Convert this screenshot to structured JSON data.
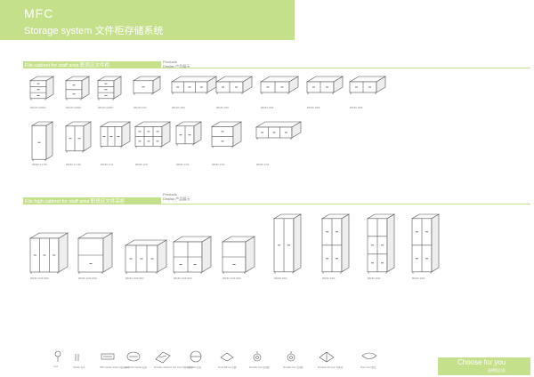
{
  "header": {
    "title": "MFC",
    "subtitle": "Storage system 文件柜存储系统"
  },
  "section1": {
    "label": "File cabinet for staff area 职员区文件柜",
    "note_line1": "Products",
    "note_line2": "Display 产品展示",
    "row1_codes": [
      "MB-MX-040504",
      "MB-MX-040507",
      "MB-MX-040507",
      "MB-MX-1801",
      "MB-WX-1801",
      "MB-BX-1801",
      "MB-BX-1905",
      "MB-BX-1905",
      "MB-BX-1905"
    ],
    "row2_codes": [
      "MB-BX-F-1705",
      "MB-BX-F-1709",
      "MB-BX-1713",
      "MB-BX-1707",
      "MB-BX-1708",
      "MB-BX-1709",
      "MB-BX-1709"
    ]
  },
  "section2": {
    "label": "File high cabinet for staff area 职员区文件高柜",
    "note_line1": "Products",
    "note_line2": "Display 产品展示",
    "codes": [
      "MB-BX-1815-0509",
      "MB-BX-1815-0509",
      "MB-BX-1815-0510",
      "MB-BX-1815-0510",
      "MB-BX-1815-0509",
      "MB-BX-2000",
      "MB-BX-2000",
      "MB-BX-2000",
      "MB-BX-2000"
    ]
  },
  "accessories": [
    "Lock",
    "Handle 拉手",
    "HPD handle inside 内嵌式拉手",
    "Wardrobe handle 衣通",
    "Movable slidebars with stop 可移动滑轨",
    "Overslide 转向",
    "Fixed 1B foot 定脚",
    "Movable foot 活动脚",
    "Movable foot 活动脚",
    "Movable with stop 可移动",
    "Foot cover 脚盖"
  ],
  "choose": {
    "label": "Choose for you",
    "sub": "选择您自身"
  },
  "colors": {
    "accent": "#c5e08a",
    "line": "#555555"
  }
}
